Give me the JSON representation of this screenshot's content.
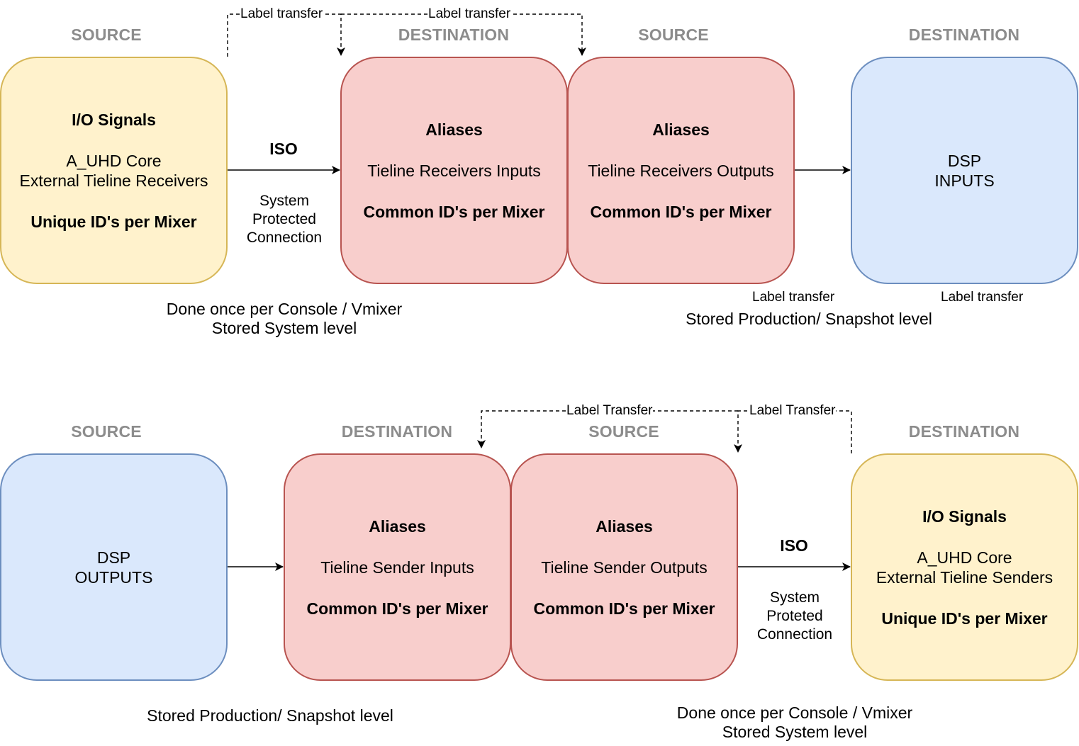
{
  "top_row": {
    "roles": [
      "SOURCE",
      "DESTINATION",
      "SOURCE",
      "DESTINATION"
    ],
    "io_box": {
      "title": "I/O Signals",
      "line1": "A_UHD Core",
      "line2": "External Tieline Receivers",
      "id_text": "Unique ID's per Mixer"
    },
    "alias_in_box": {
      "title": "Aliases",
      "desc": "Tieline Receivers Inputs",
      "id_text": "Common ID's per Mixer"
    },
    "alias_out_box": {
      "title": "Aliases",
      "desc": "Tieline Receivers Outputs",
      "id_text": "Common ID's per Mixer"
    },
    "dsp_box": {
      "line1": "DSP",
      "line2": "INPUTS"
    },
    "iso_label": "ISO",
    "system_connection": [
      "System",
      "Protected",
      "Connection"
    ],
    "label_transfer_1": "Label transfer",
    "label_transfer_2": "Label transfer",
    "label_transfer_3": "Label transfer",
    "label_transfer_4": "Label transfer",
    "note_left": [
      "Done once per Console / Vmixer",
      "Stored System level"
    ],
    "note_right": "Stored Production/ Snapshot level"
  },
  "bottom_row": {
    "roles": [
      "SOURCE",
      "DESTINATION",
      "SOURCE",
      "DESTINATION"
    ],
    "dsp_box": {
      "line1": "DSP",
      "line2": "OUTPUTS"
    },
    "alias_in_box": {
      "title": "Aliases",
      "desc": "Tieline Sender Inputs",
      "id_text": "Common ID's per Mixer"
    },
    "alias_out_box": {
      "title": "Aliases",
      "desc": "Tieline Sender Outputs",
      "id_text": "Common ID's per Mixer"
    },
    "io_box": {
      "title": "I/O Signals",
      "line1": "A_UHD Core",
      "line2": "External Tieline Senders",
      "id_text": "Unique ID's per Mixer"
    },
    "iso_label": "ISO",
    "system_connection": [
      "System",
      "Proteted",
      "Connection"
    ],
    "label_transfer_1": "Label Transfer",
    "label_transfer_2": "Label Transfer",
    "note_left": "Stored Production/ Snapshot level",
    "note_right": [
      "Done once per Console / Vmixer",
      "Stored System level"
    ]
  },
  "colors": {
    "yellow_fill": "#fff2cc",
    "yellow_stroke": "#d6b656",
    "red_fill": "#f8cecc",
    "red_stroke": "#b85450",
    "blue_fill": "#dae8fc",
    "blue_stroke": "#6c8ebf",
    "role_text": "#8c8c8c"
  }
}
